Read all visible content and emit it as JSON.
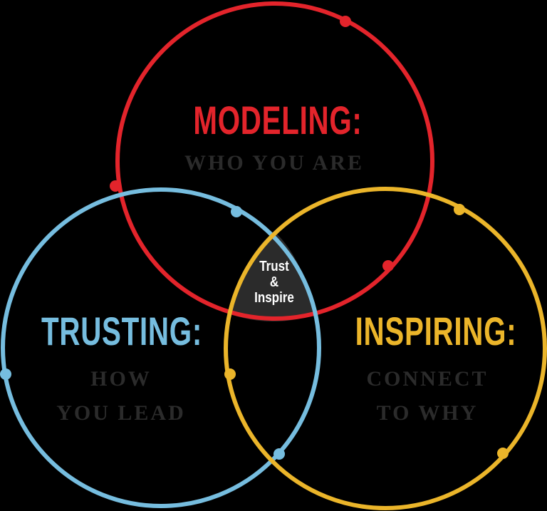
{
  "colors": {
    "modeling": "#e3242b",
    "trusting": "#76bddf",
    "inspiring": "#ebb52a",
    "center_fill": "#2b2b2b",
    "subtitle": "#2b2b2b",
    "background": "#000000"
  },
  "circles": {
    "modeling": {
      "title": "MODELING:",
      "subtitle": "WHO YOU ARE"
    },
    "trusting": {
      "title": "TRUSTING:",
      "subtitle_line1": "HOW",
      "subtitle_line2": "YOU LEAD"
    },
    "inspiring": {
      "title": "INSPIRING:",
      "subtitle_line1": "CONNECT",
      "subtitle_line2": "TO WHY"
    }
  },
  "center": {
    "line1": "Trust",
    "line2": "&",
    "line3": "Inspire"
  }
}
